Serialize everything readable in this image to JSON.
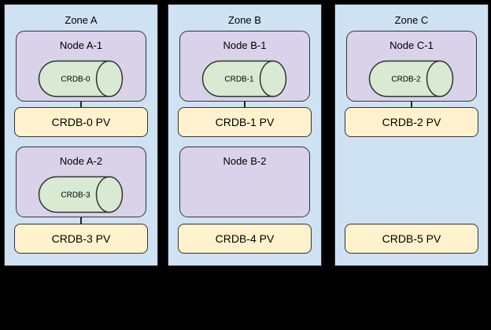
{
  "canvas": {
    "background": "#000000"
  },
  "palette": {
    "zone_fill": "#cfe2f3",
    "node_fill": "#d9d2e9",
    "database_fill": "#d9ead3",
    "pv_fill": "#fff2cc",
    "border": "#333333",
    "text": "#000000"
  },
  "zones": [
    {
      "label": "Zone A",
      "node1": {
        "label": "Node A-1",
        "db": "CRDB-0"
      },
      "pv1": {
        "label": "CRDB-0 PV"
      },
      "node2": {
        "label": "Node A-2",
        "db": "CRDB-3"
      },
      "pv2": {
        "label": "CRDB-3 PV"
      }
    },
    {
      "label": "Zone B",
      "node1": {
        "label": "Node B-1",
        "db": "CRDB-1"
      },
      "pv1": {
        "label": "CRDB-1 PV"
      },
      "node2": {
        "label": "Node B-2"
      },
      "pv2": {
        "label": "CRDB-4 PV"
      }
    },
    {
      "label": "Zone C",
      "node1": {
        "label": "Node C-1",
        "db": "CRDB-2"
      },
      "pv1": {
        "label": "CRDB-2 PV"
      },
      "pv2": {
        "label": "CRDB-5 PV"
      }
    }
  ]
}
